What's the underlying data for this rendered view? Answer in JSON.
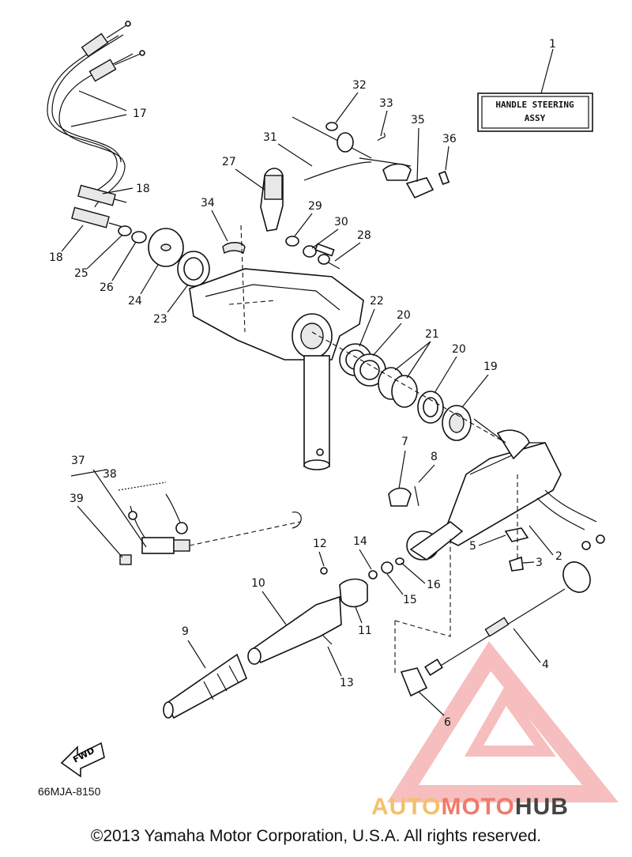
{
  "title_box": {
    "line1": "HANDLE STEERING",
    "line2": "ASSY"
  },
  "diagram_code": "66MJA-8150",
  "fwd_label": "FWD",
  "copyright": "©2013 Yamaha Motor Corporation, U.S.A. All rights reserved.",
  "watermark": {
    "part1": "AUTO",
    "part2": "MOTO",
    "part3": "HUB"
  },
  "callouts": {
    "n1": "1",
    "n2": "2",
    "n3": "3",
    "n4": "4",
    "n5": "5",
    "n6": "6",
    "n7": "7",
    "n8": "8",
    "n9": "9",
    "n10": "10",
    "n11": "11",
    "n12": "12",
    "n13": "13",
    "n14": "14",
    "n15": "15",
    "n16": "16",
    "n17": "17",
    "n18a": "18",
    "n18b": "18",
    "n19": "19",
    "n20a": "20",
    "n20b": "20",
    "n21": "21",
    "n22": "22",
    "n23": "23",
    "n24": "24",
    "n25": "25",
    "n26": "26",
    "n27": "27",
    "n28": "28",
    "n29": "29",
    "n30": "30",
    "n31": "31",
    "n32": "32",
    "n33": "33",
    "n34": "34",
    "n35": "35",
    "n36": "36",
    "n37": "37",
    "n38": "38",
    "n39": "39"
  },
  "colors": {
    "watermark_triangle": "#f0a8a8",
    "line": "#111111"
  }
}
